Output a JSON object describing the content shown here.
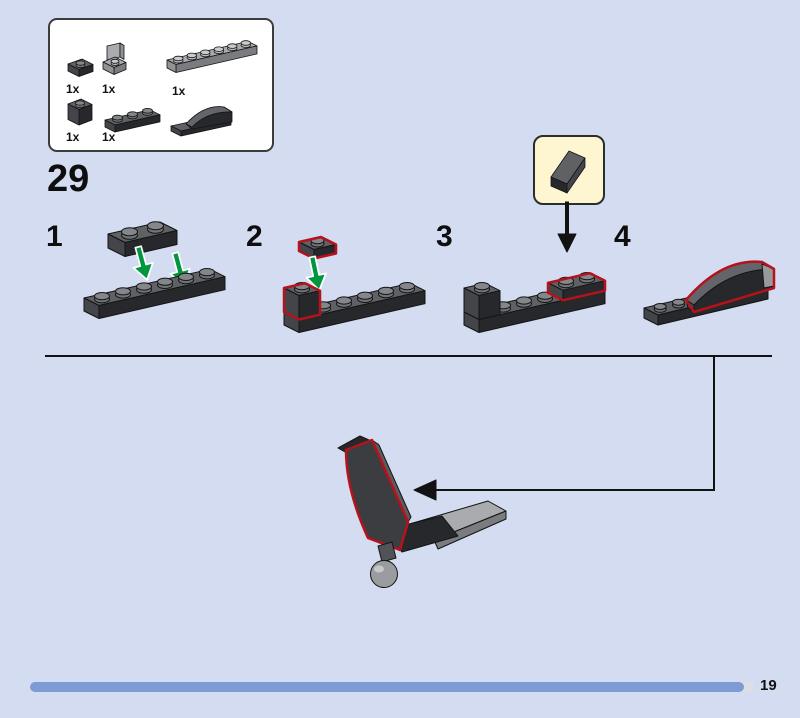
{
  "colors": {
    "page-bg": "#d3dcf0",
    "highlight-red": "#b5121b",
    "arrow-green": "#00963e",
    "progress-blue": "#7f9bd4",
    "callout-yellow": "#fdf6d0"
  },
  "header": {
    "step_number": "29"
  },
  "parts_box": {
    "parts": [
      {
        "id": "dark-1x1-plate",
        "count": "1x"
      },
      {
        "id": "light-1x1-bracket",
        "count": "1x"
      },
      {
        "id": "gray-1x6-plate",
        "count": "1x"
      },
      {
        "id": "dark-1x1-brick",
        "count": "1x"
      },
      {
        "id": "dark-1x3-plate",
        "count": "1x"
      },
      {
        "id": "dark-curved-slope",
        "count": ""
      }
    ]
  },
  "substeps": [
    {
      "label": "1"
    },
    {
      "label": "2"
    },
    {
      "label": "3"
    },
    {
      "label": "4"
    }
  ],
  "footer": {
    "page_number": "19"
  }
}
